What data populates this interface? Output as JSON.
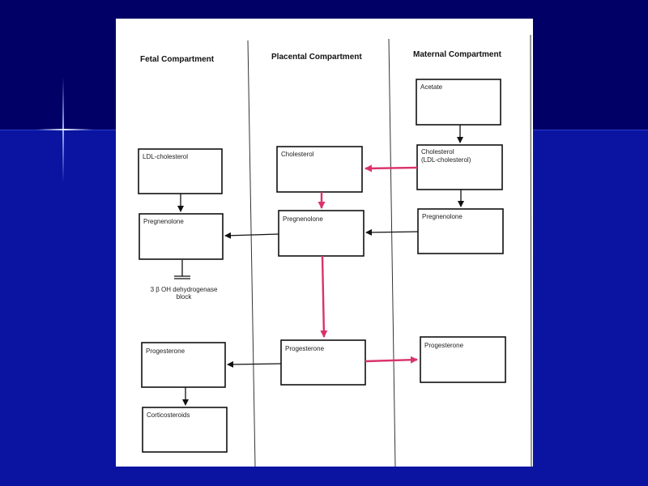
{
  "headers": {
    "fetal": "Fetal Compartment",
    "placental": "Placental Compartment",
    "maternal": "Maternal Compartment"
  },
  "boxes": {
    "acetate": "Acetate",
    "maternal_cholesterol_line1": "Cholesterol",
    "maternal_cholesterol_line2": "(LDL-cholesterol)",
    "maternal_pregnenolone": "Pregnenolone",
    "maternal_progesterone": "Progesterone",
    "placental_cholesterol": "Cholesterol",
    "placental_pregnenolone": "Pregnenolone",
    "placental_progesterone": "Progesterone",
    "fetal_ldl_cholesterol": "LDL-cholesterol",
    "fetal_pregnenolone": "Pregnenolone",
    "fetal_progesterone": "Progesterone",
    "fetal_corticosteroids": "Corticosteroids"
  },
  "block_note": {
    "line1": "3 β OH dehydrogenase",
    "line2": "block"
  },
  "colors": {
    "black_arrow": "#111111",
    "pink_arrow": "#d9336a"
  }
}
